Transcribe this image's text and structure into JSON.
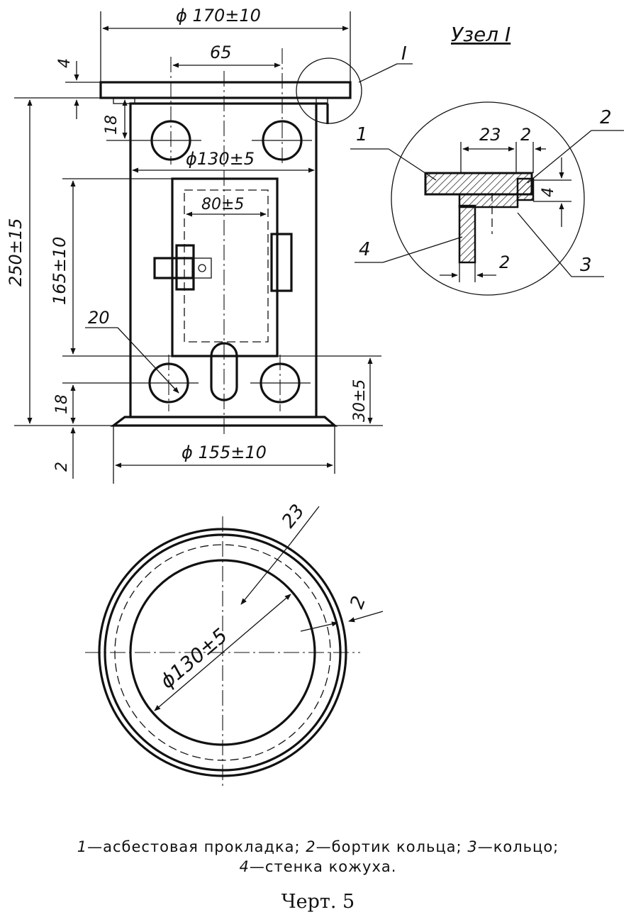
{
  "dimensions": {
    "top_diameter": "ϕ 170±10",
    "dist_65": "65",
    "thk_4": "4",
    "hole_18_top": "18",
    "inner_diameter": "ϕ130±5",
    "door_80": "80±5",
    "height_250": "250±15",
    "height_165": "165±10",
    "hole_20": "20",
    "hole_18_bottom": "18",
    "height_30": "30±5",
    "thk_2": "2",
    "bottom_diameter": "ϕ 155±10",
    "plan_23": "23",
    "plan_2": "2",
    "plan_diameter": "ϕ130±5"
  },
  "node": {
    "callout": "I",
    "title": "Узел I",
    "dim_23": "23",
    "dim_2_top": "2",
    "dim_4": "4",
    "dim_2_bottom": "2",
    "label_1": "1",
    "label_2": "2",
    "label_3": "3",
    "label_4": "4"
  },
  "legend": {
    "items": [
      {
        "num": "1",
        "text": "—асбестовая прокладка;"
      },
      {
        "num": "2",
        "text": "—бортик кольца;"
      },
      {
        "num": "3",
        "text": "—кольцо;"
      },
      {
        "num": "4",
        "text": "—стенка кожуха."
      }
    ]
  },
  "figure_caption": "Черт. 5"
}
